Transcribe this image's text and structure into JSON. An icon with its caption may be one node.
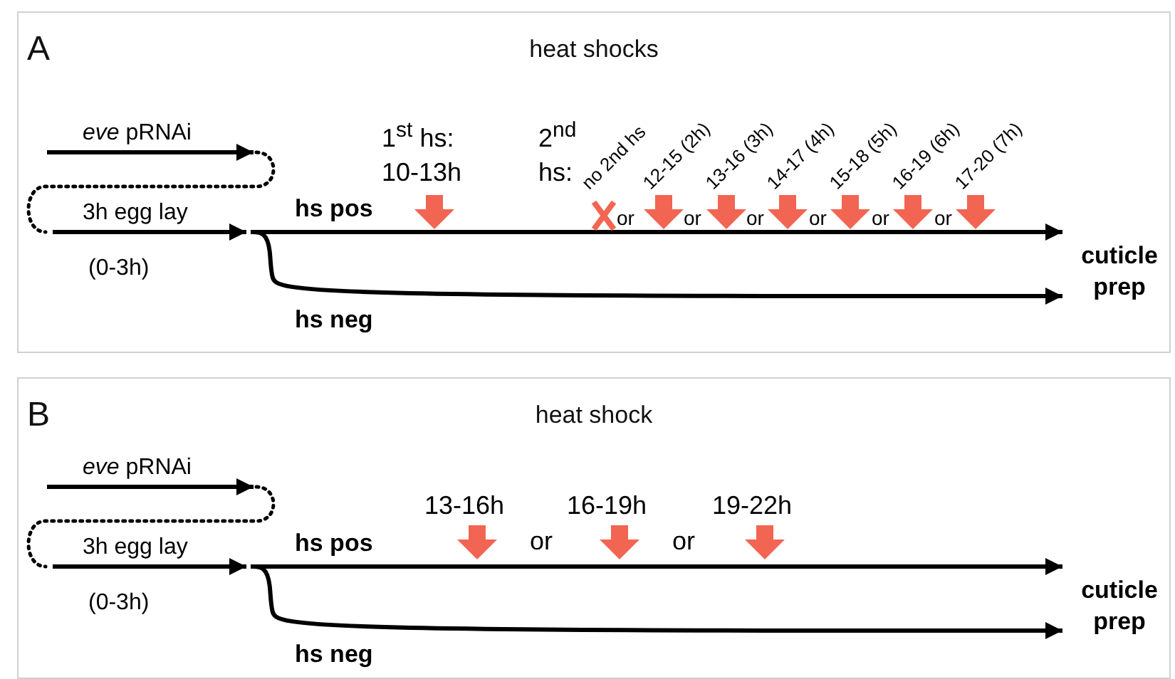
{
  "diagram": {
    "nodes": [
      {
        "text": [
          "A",
          "heat shocks"
        ]
      },
      {
        "text": [
          "cuticle prep"
        ],
        "in": 0
      },
      {
        "text": [
          "B",
          "heat shock"
        ]
      },
      {
        "text": [
          "cuticle prep"
        ],
        "in": 2
      }
    ],
    "edges": [
      {
        "from": null,
        "to": 1,
        "arrow": "to",
        "label": "hs pos"
      },
      {
        "from": null,
        "to": 1,
        "arrow": "to",
        "label": "hs neg"
      },
      {
        "from": null,
        "to": 3,
        "arrow": "to",
        "label": "hs pos"
      },
      {
        "from": null,
        "to": 3,
        "arrow": "to",
        "label": "hs neg"
      }
    ],
    "labels": [
      "*eve* pRNAi",
      "3h egg lay",
      "(0-3h)",
      "1$^{st}$ hs: 10-13h",
      "2$^{nd}$ hs:",
      "no 2nd hs",
      "12-15 (2h)",
      "13-16 (3h)",
      "14-17 (4h)",
      "15-18 (5h)",
      "16-19 (6h)",
      "17-20 (7h)",
      "or",
      "or",
      "or",
      "or",
      "or",
      "or",
      "*eve* pRNAi",
      "3h egg lay",
      "(0-3h)",
      "13-16h",
      "or",
      "16-19h",
      "or",
      "19-22h"
    ]
  }
}
